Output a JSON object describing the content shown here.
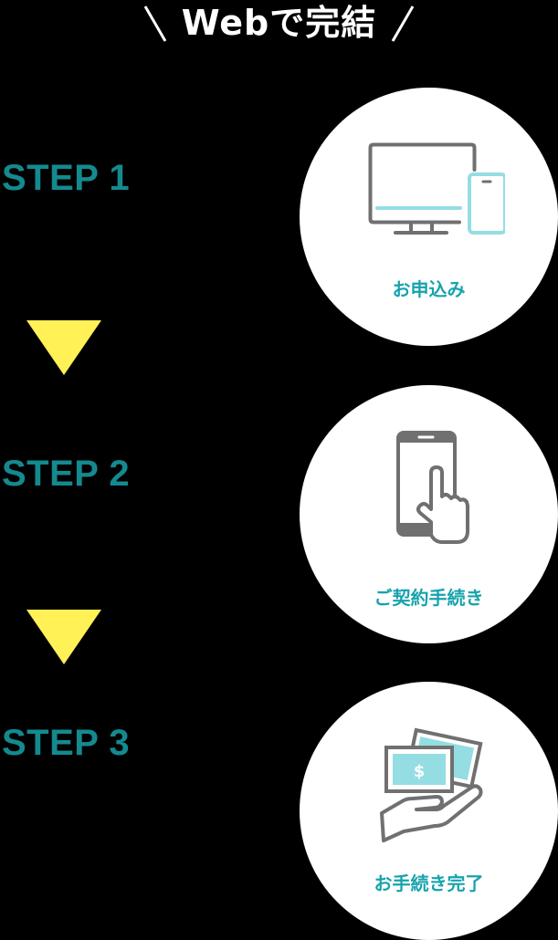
{
  "header": {
    "title": "Webで完結",
    "left_decoration": "＼",
    "right_decoration": "／"
  },
  "colors": {
    "background": "#000000",
    "title_text": "#ffffff",
    "step_label": "#148a8f",
    "arrow": "#fff156",
    "circle": "#ffffff",
    "caption": "#17a3ad",
    "icon_stroke": "#707070",
    "icon_accent": "#94dde3"
  },
  "steps": [
    {
      "label": "STEP 1",
      "caption": "お申込み",
      "icon": "desktop-and-smartphone-icon"
    },
    {
      "label": "STEP 2",
      "caption": "ご契約手続き",
      "icon": "smartphone-tap-icon"
    },
    {
      "label": "STEP 3",
      "caption": "お手続き完了",
      "icon": "money-in-hand-icon"
    }
  ],
  "arrows": [
    {
      "icon": "down-triangle-icon"
    },
    {
      "icon": "down-triangle-icon"
    }
  ]
}
